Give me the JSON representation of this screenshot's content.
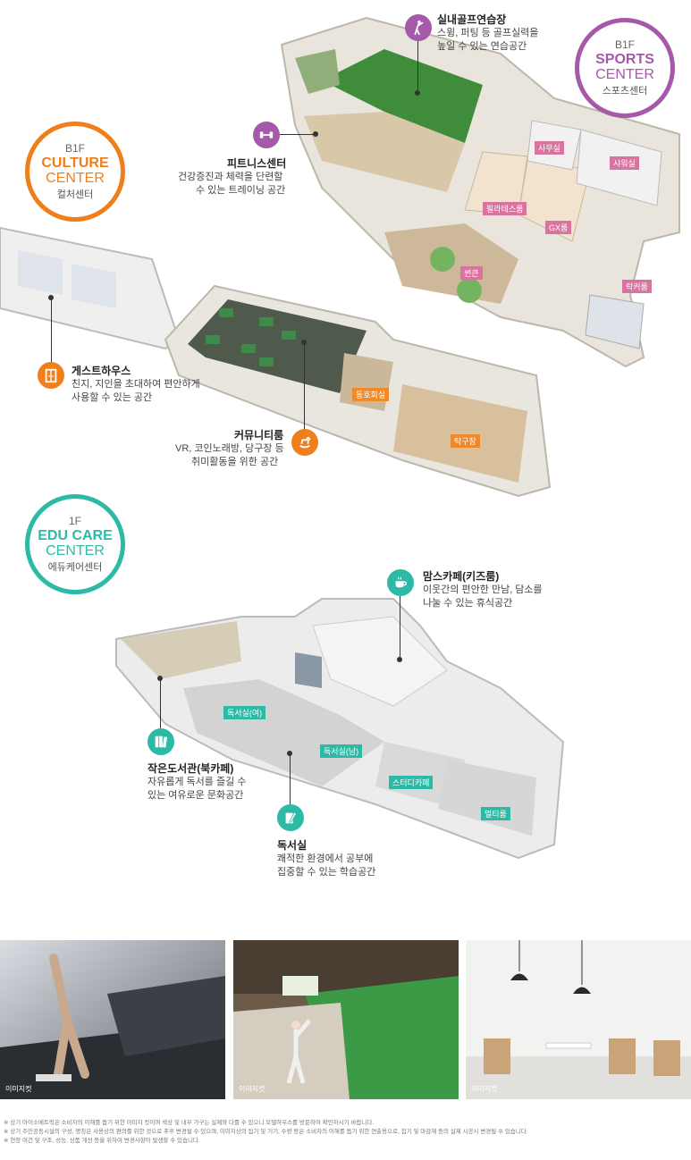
{
  "badges": {
    "sports": {
      "floor": "B1F",
      "en1": "SPORTS",
      "en2": "CENTER",
      "kr": "스포츠센터"
    },
    "culture": {
      "floor": "B1F",
      "en1": "CULTURE",
      "en2": "CENTER",
      "kr": "컬처센터"
    },
    "edu": {
      "floor": "1F",
      "en1": "EDU CARE",
      "en2": "CENTER",
      "kr": "에듀케어센터"
    }
  },
  "callouts": {
    "golf": {
      "icon": "golfer-icon",
      "title": "실내골프연습장",
      "desc1": "스윙, 퍼팅 등 골프실력을",
      "desc2": "높일 수 있는 연습공간"
    },
    "fitness": {
      "icon": "dumbbell-icon",
      "title": "피트니스센터",
      "desc1": "건강증진과 체력을 단련할",
      "desc2": "수 있는 트레이닝 공간"
    },
    "guesthouse": {
      "icon": "door-icon",
      "title": "게스트하우스",
      "desc1": "친지, 지인을 초대하여 편안하게",
      "desc2": "사용할 수 있는 공간"
    },
    "community": {
      "icon": "rocking-horse-icon",
      "title": "커뮤니티룸",
      "desc1": "VR, 코인노래방, 당구장 등",
      "desc2": "취미활동을 위한 공간"
    },
    "momscafe": {
      "icon": "coffee-cup-icon",
      "title": "맘스카페(키즈룸)",
      "desc1": "이웃간의 편안한 만남, 담소를",
      "desc2": "나눌 수 있는 휴식공간"
    },
    "library": {
      "icon": "books-icon",
      "title": "작은도서관(북카페)",
      "desc1": "자유롭게 독서를 즐길 수",
      "desc2": "있는 여유로운 문화공간"
    },
    "study": {
      "icon": "pen-book-icon",
      "title": "독서실",
      "desc1": "쾌적한 환경에서 공부에",
      "desc2": "집중할 수 있는 학습공간"
    }
  },
  "tags": {
    "office": "사무실",
    "shower": "샤워실",
    "pilates": "필라테스룸",
    "gx": "GX룸",
    "sunken": "썬큰",
    "locker": "락커룸",
    "club": "동호회실",
    "pingpong": "탁구장",
    "readingF": "독서실(여)",
    "readingM": "독서실(남)",
    "studycafe": "스터디카페",
    "multi": "멀티룸"
  },
  "photos": [
    {
      "caption": "이미지컷"
    },
    {
      "caption": "이미지컷"
    },
    {
      "caption": "이미지컷"
    }
  ],
  "notes": [
    "※ 상기 아이소메트릭은 소비자의 이해를 돕기 위한 이미지 컷이며 색상 및 내부 가구는 실제와 다를 수 있으니 모델하우스를 방문하여 확인하시기 바랍니다.",
    "※ 상기 주민공동시설의 구성, 명칭은 사용상의 편의를 위한 것으로 추후 변경될 수 있으며, 이미지상의 집기 및 기기, 수량 등은 소비자의 이해를 돕기 위한 연출용으로, 집기 및 마감재 등의 실제 시공시 변경될 수 있습니다.",
    "※ 현장 여건 및 구조, 성능, 상품 개선 등을 위하여 변경사항이 발생할 수 있습니다."
  ],
  "colors": {
    "sports": "#a45aa9",
    "culture": "#ef7f1a",
    "edu": "#2cbaa6"
  }
}
